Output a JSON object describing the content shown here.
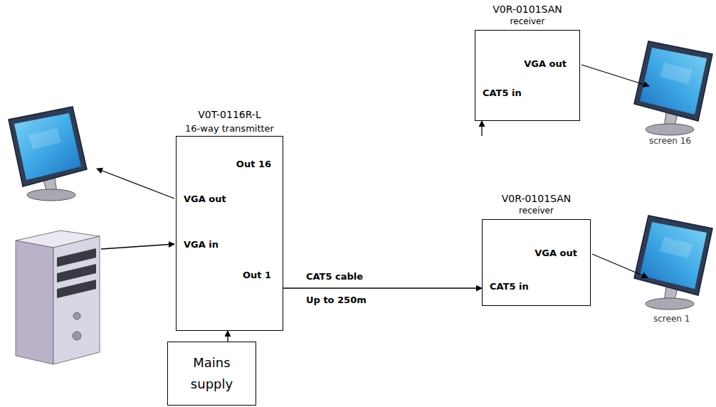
{
  "diagram": {
    "nodes": [
      {
        "text": [
          "V0T-0116R-L",
          "16-way transmitter",
          "Out 16",
          "VGA out",
          "VGA in",
          "Out 1"
        ]
      },
      {
        "text": [
          "V0R-0101SAN",
          "receiver",
          "VGA out",
          "CAT5 in"
        ]
      },
      {
        "text": [
          "V0R-0101SAN",
          "receiver",
          "VGA out",
          "CAT5 in"
        ]
      },
      {
        "text": [
          "Mains supply"
        ]
      }
    ],
    "edges": [
      {
        "from": 0,
        "to": 1,
        "arrow": "to"
      },
      {
        "from": 0,
        "to": 2,
        "label": "CAT5 cable",
        "arrow": "to"
      },
      {
        "from": 3,
        "to": 0,
        "arrow": "to"
      }
    ],
    "labels": [
      "Up to 250m",
      "screen 16",
      "screen 1"
    ]
  }
}
